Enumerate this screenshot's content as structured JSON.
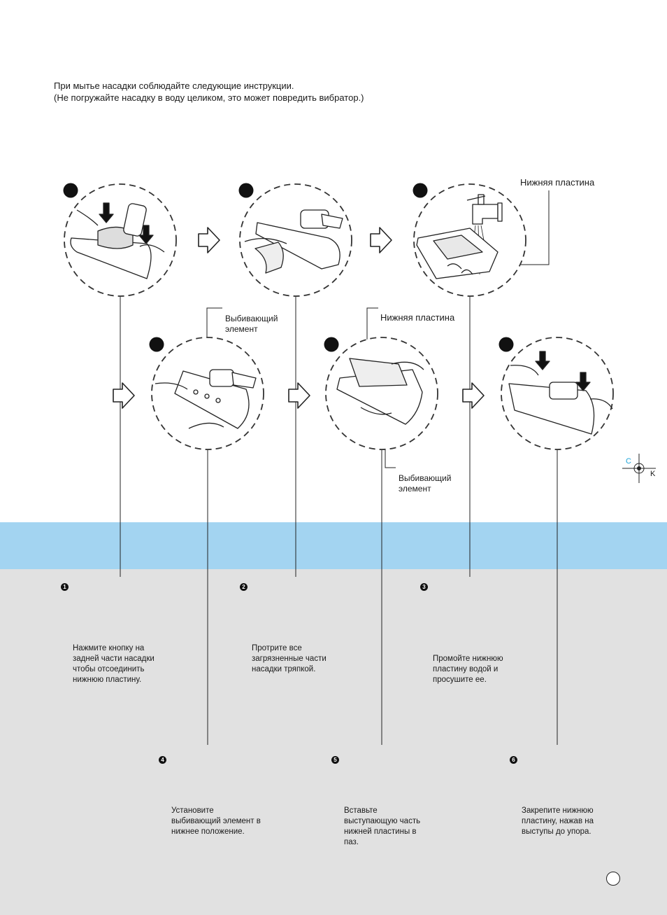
{
  "intro": {
    "line1": "При мытье насадки соблюдайте следующие инструкции.",
    "line2": "(Не погружайте насадку в воду целиком, это может повредить вибратор.)"
  },
  "labels": {
    "lower_plate_top": "Нижняя пластина",
    "beater_1_line1": "Выбивающий",
    "beater_1_line2": "элемент",
    "lower_plate_mid": "Нижняя пластина",
    "beater_2_line1": "Выбивающий",
    "beater_2_line2": "элемент"
  },
  "registration": {
    "c": "C",
    "k": "K"
  },
  "steps": [
    {
      "num": "1",
      "lines": [
        "Нажмите кнопку на",
        "задней части насадки",
        "чтобы отсоединить",
        "нижнюю пластину."
      ]
    },
    {
      "num": "2",
      "lines": [
        "Протрите все",
        "загрязненные части",
        "насадки тряпкой."
      ]
    },
    {
      "num": "3",
      "lines": [
        "Промойте нижнюю",
        "пластину водой и",
        "просушите ее."
      ]
    },
    {
      "num": "4",
      "lines": [
        "Установите",
        "выбивающий элемент в",
        "нижнее положение."
      ]
    },
    {
      "num": "5",
      "lines": [
        "Вставьте",
        "выступающую часть",
        "нижней пластины в",
        "паз."
      ]
    },
    {
      "num": "6",
      "lines": [
        "Закрепите нижнюю",
        "пластину, нажав на",
        "выступы до упора."
      ]
    }
  ]
}
